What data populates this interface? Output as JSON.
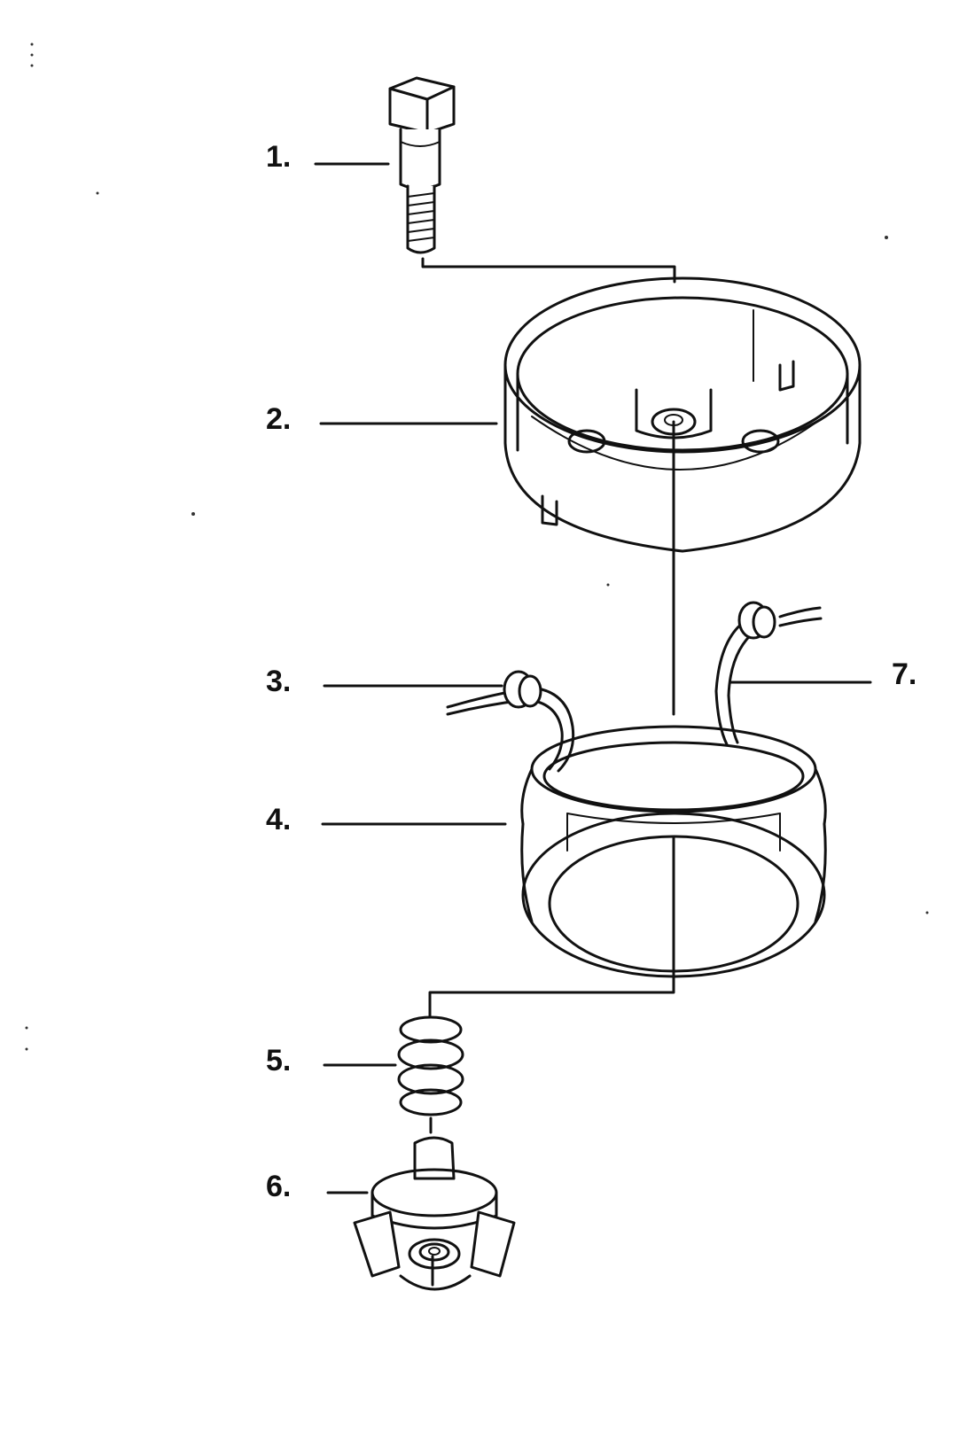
{
  "diagram": {
    "callouts": [
      {
        "id": "c1",
        "text": "1."
      },
      {
        "id": "c2",
        "text": "2."
      },
      {
        "id": "c3",
        "text": "3."
      },
      {
        "id": "c4",
        "text": "4."
      },
      {
        "id": "c5",
        "text": "5."
      },
      {
        "id": "c6",
        "text": "6."
      },
      {
        "id": "c7",
        "text": "7."
      }
    ],
    "parts": [
      "bolt",
      "housing-cup",
      "wire-left",
      "pulley-reel",
      "spring",
      "knob",
      "wire-right"
    ]
  }
}
